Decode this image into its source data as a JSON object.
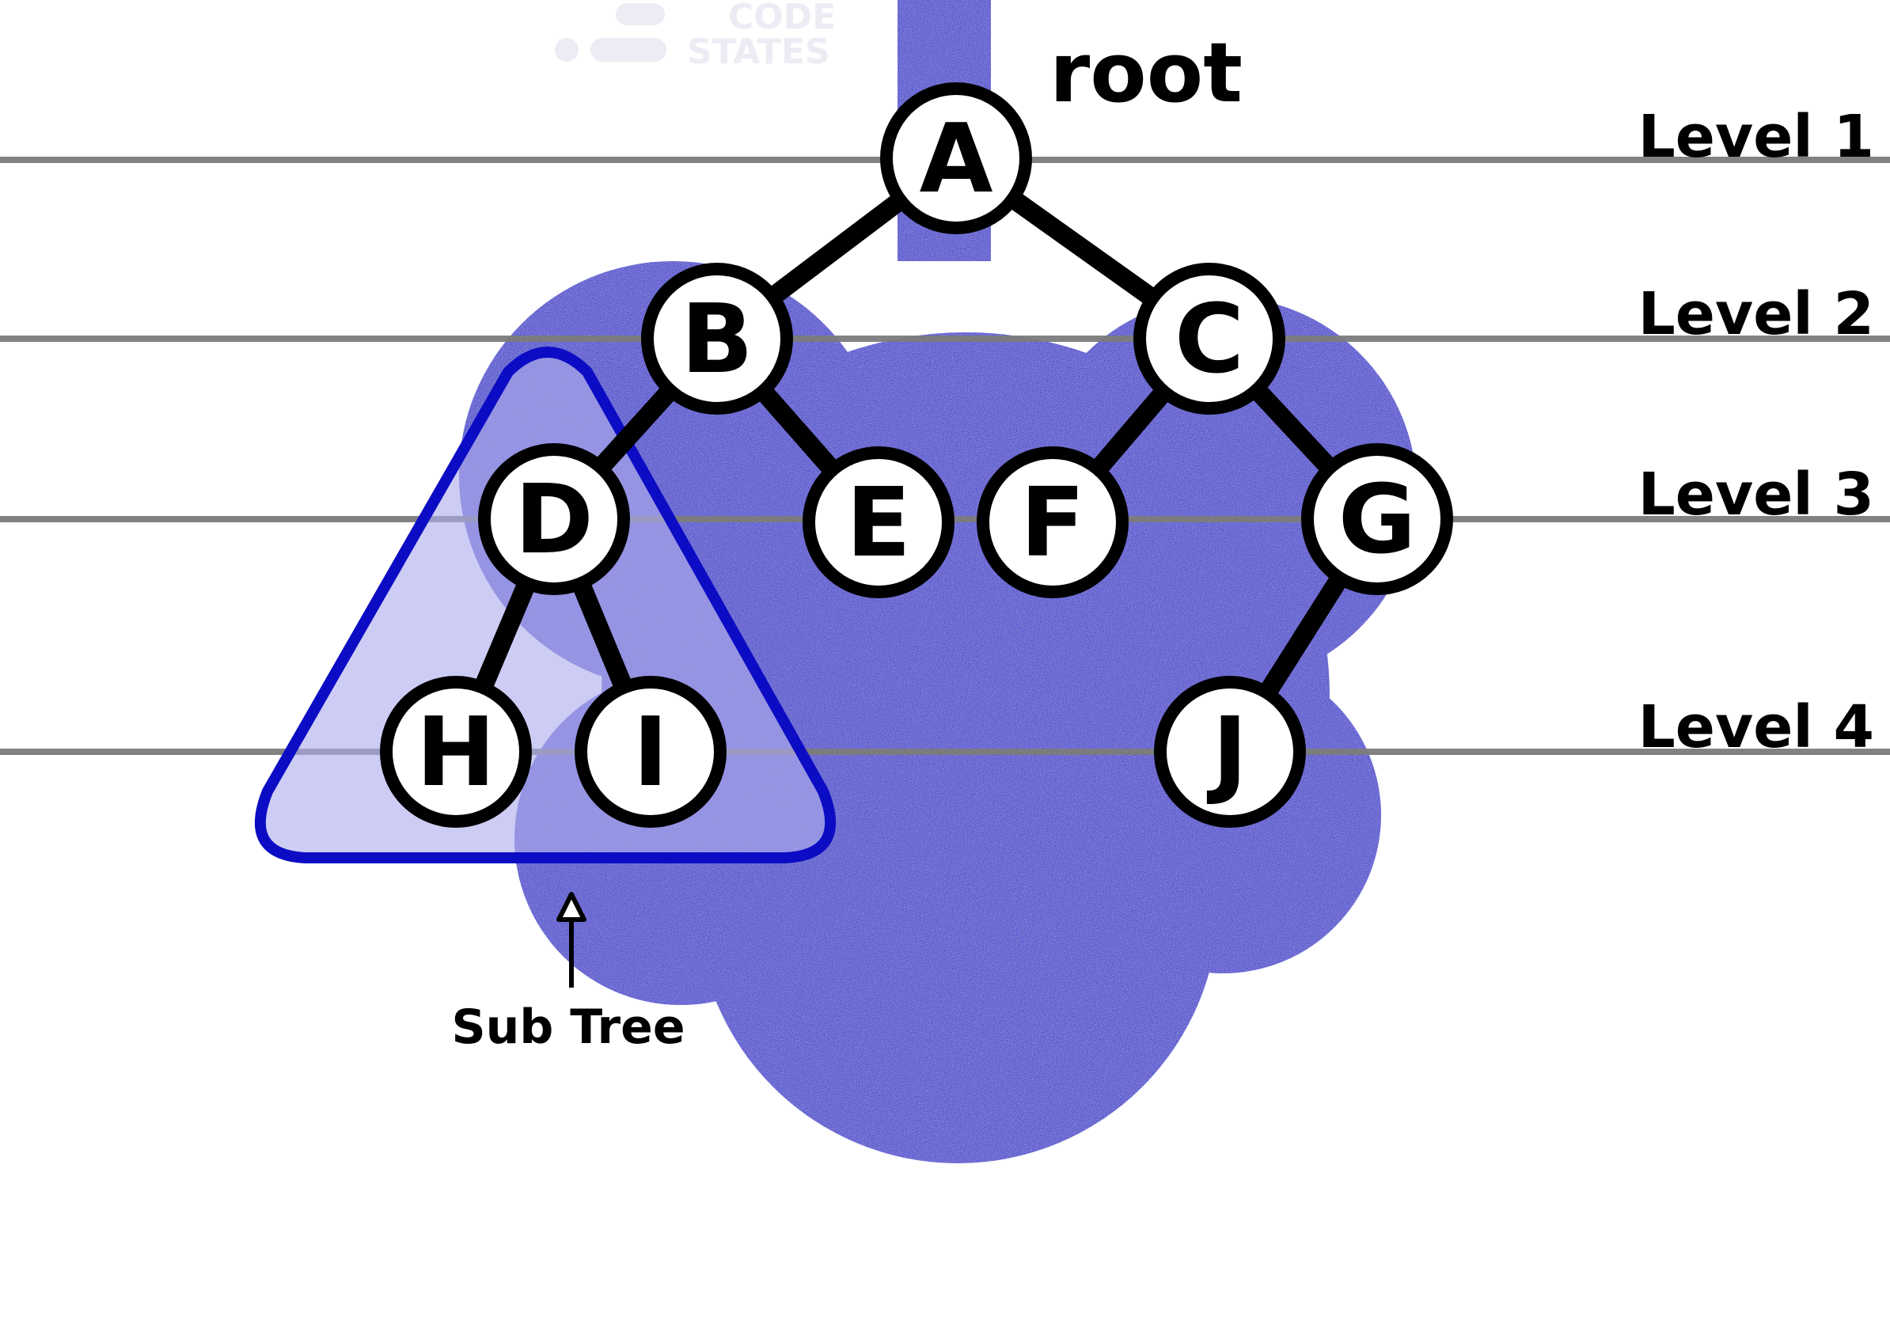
{
  "colors": {
    "blob": "#5452d8",
    "subtree_outline": "#0c0cc4",
    "subtree_fill": "#aeacee",
    "level_line": "#7c7c7c",
    "edge": "#000000",
    "node_fill": "#ffffff",
    "logo": "#ececf4"
  },
  "logo": {
    "line1": "CODE",
    "line2": "STATES"
  },
  "root_label": "root",
  "subtree_label": "Sub Tree",
  "levels": [
    {
      "label": "Level 1"
    },
    {
      "label": "Level 2"
    },
    {
      "label": "Level 3"
    },
    {
      "label": "Level 4"
    }
  ],
  "nodes": [
    {
      "id": "A",
      "label": "A",
      "level": 1
    },
    {
      "id": "B",
      "label": "B",
      "level": 2
    },
    {
      "id": "C",
      "label": "C",
      "level": 2
    },
    {
      "id": "D",
      "label": "D",
      "level": 3
    },
    {
      "id": "E",
      "label": "E",
      "level": 3
    },
    {
      "id": "F",
      "label": "F",
      "level": 3
    },
    {
      "id": "G",
      "label": "G",
      "level": 3
    },
    {
      "id": "H",
      "label": "H",
      "level": 4
    },
    {
      "id": "I",
      "label": "I",
      "level": 4
    },
    {
      "id": "J",
      "label": "J",
      "level": 4
    }
  ],
  "edges": [
    {
      "from": "A",
      "to": "B"
    },
    {
      "from": "A",
      "to": "C"
    },
    {
      "from": "B",
      "to": "D"
    },
    {
      "from": "B",
      "to": "E"
    },
    {
      "from": "C",
      "to": "F"
    },
    {
      "from": "C",
      "to": "G"
    },
    {
      "from": "D",
      "to": "H"
    },
    {
      "from": "D",
      "to": "I"
    },
    {
      "from": "G",
      "to": "J"
    }
  ],
  "subtree_nodes": [
    "D",
    "H",
    "I"
  ]
}
